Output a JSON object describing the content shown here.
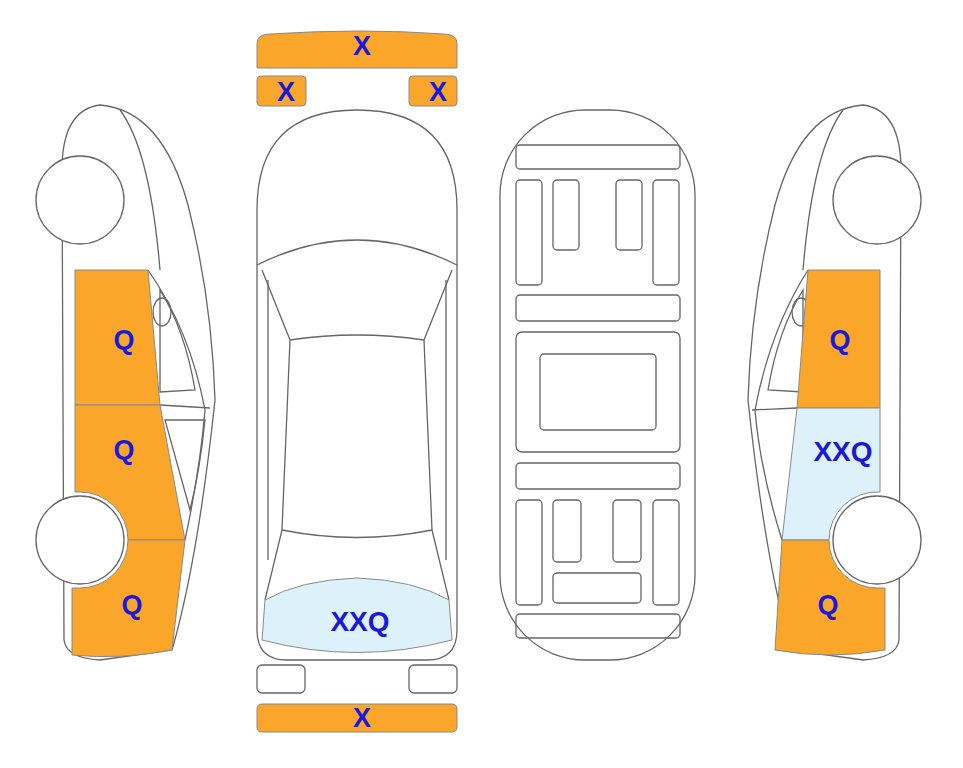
{
  "diagram": {
    "nodes": [
      {
        "text": [
          "X"
        ]
      },
      {
        "text": [
          "X"
        ]
      },
      {
        "text": [
          "X"
        ]
      },
      {
        "text": [
          "Q"
        ]
      },
      {
        "text": [
          "Q"
        ]
      },
      {
        "text": [
          "Q"
        ]
      },
      {
        "text": [
          "XXQ"
        ]
      },
      {
        "text": [
          "XXQ"
        ]
      },
      {
        "text": [
          "Q"
        ]
      },
      {
        "text": [
          "Q"
        ]
      },
      {
        "text": [
          "X"
        ]
      }
    ]
  }
}
